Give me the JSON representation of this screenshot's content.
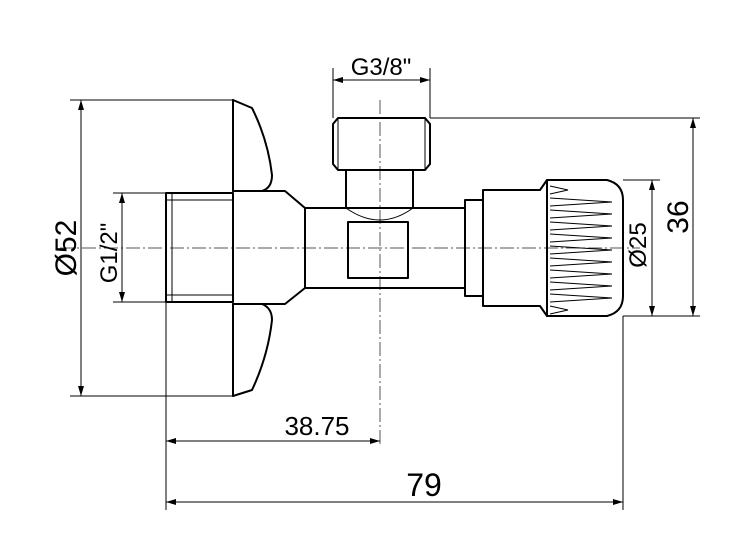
{
  "dimensions": {
    "top_thread": "G3/8\"",
    "overall_height": "36",
    "outer_diameter": "Ø52",
    "inlet_thread": "G1/2\"",
    "handle_diameter": "Ø25",
    "center_offset": "38.75",
    "overall_length": "79"
  }
}
